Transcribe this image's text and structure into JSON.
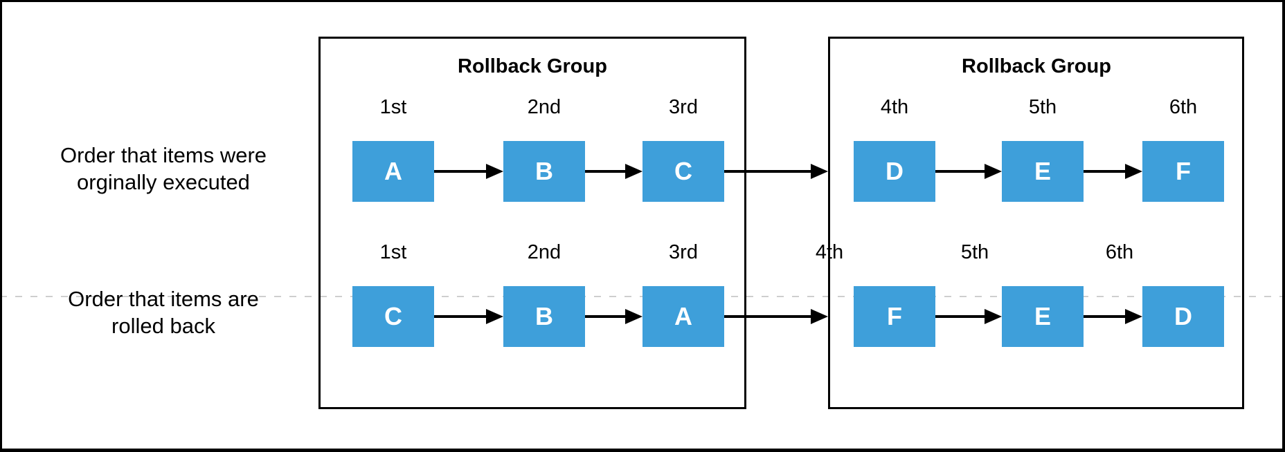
{
  "diagram": {
    "groups": [
      {
        "title": "Rollback Group"
      },
      {
        "title": "Rollback Group"
      }
    ],
    "left_labels": {
      "executed": {
        "line1": "Order that items were",
        "line2": "orginally executed"
      },
      "rolled_back": {
        "line1": "Order that items are",
        "line2": "rolled back"
      }
    },
    "top_row": {
      "ordinals": [
        "1st",
        "2nd",
        "3rd",
        "4th",
        "5th",
        "6th"
      ],
      "boxes": [
        "A",
        "B",
        "C",
        "D",
        "E",
        "F"
      ]
    },
    "bottom_row": {
      "ordinals": [
        "1st",
        "2nd",
        "3rd",
        "4th",
        "5th",
        "6th"
      ],
      "boxes": [
        "C",
        "B",
        "A",
        "F",
        "E",
        "D"
      ]
    },
    "colors": {
      "box_fill": "#3E9FDA",
      "box_text": "#FFFFFF",
      "line": "#000000",
      "dashed_line": "#CECECE"
    }
  }
}
